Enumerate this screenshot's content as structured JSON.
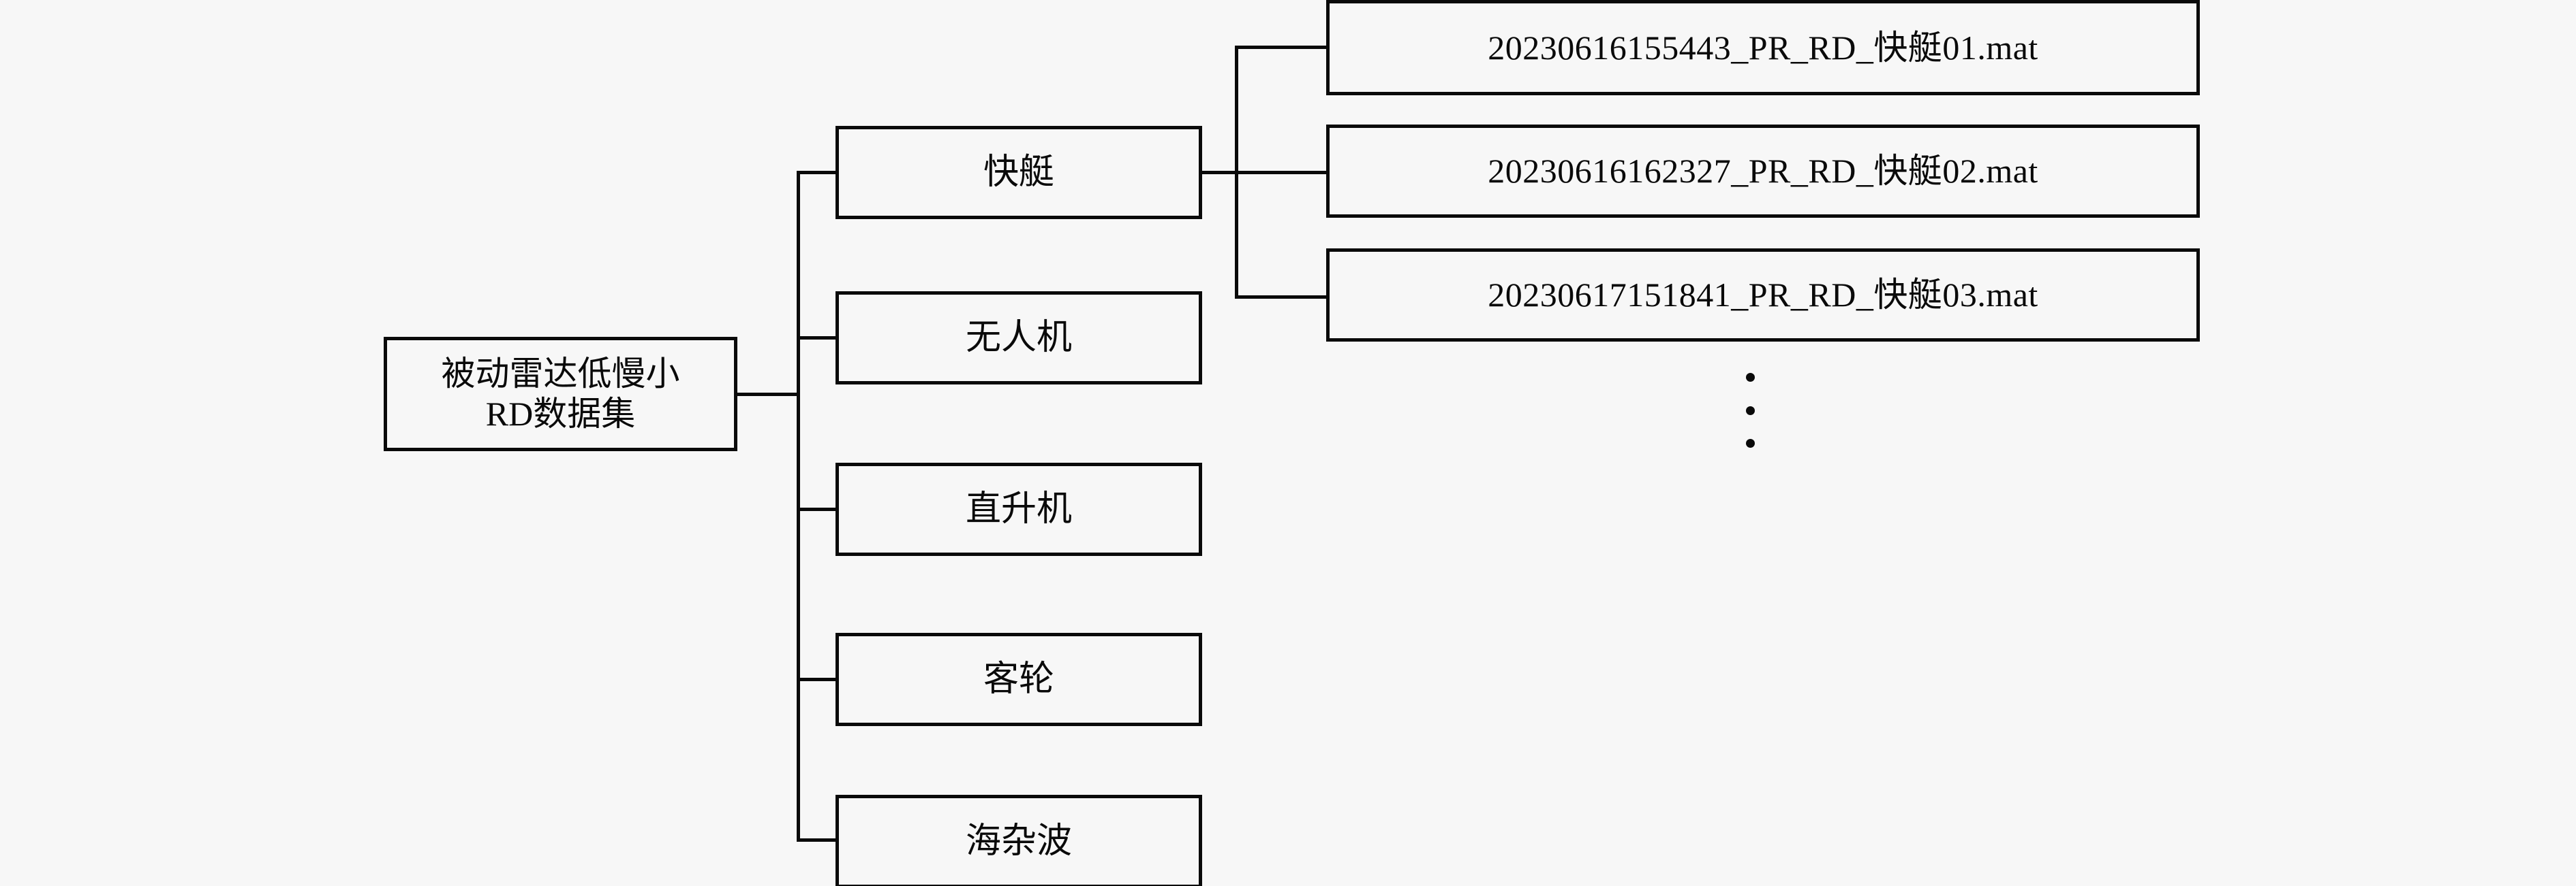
{
  "diagram": {
    "type": "tree",
    "title_visible": false,
    "background_color": "#f7f7f7",
    "line_color": "#0a0a0a",
    "text_color": "#0a0a0a",
    "root": {
      "label": "被动雷达低慢小\nRD数据集"
    },
    "categories": [
      {
        "label": "快艇"
      },
      {
        "label": "无人机"
      },
      {
        "label": "直升机"
      },
      {
        "label": "客轮"
      },
      {
        "label": "海杂波"
      }
    ],
    "files": [
      {
        "label": "20230616155443_PR_RD_快艇01.mat"
      },
      {
        "label": "20230616162327_PR_RD_快艇02.mat"
      },
      {
        "label": "20230617151841_PR_RD_快艇03.mat"
      }
    ],
    "ellipsis": {
      "glyph": "vertical-ellipsis",
      "meaning": "more items"
    }
  }
}
